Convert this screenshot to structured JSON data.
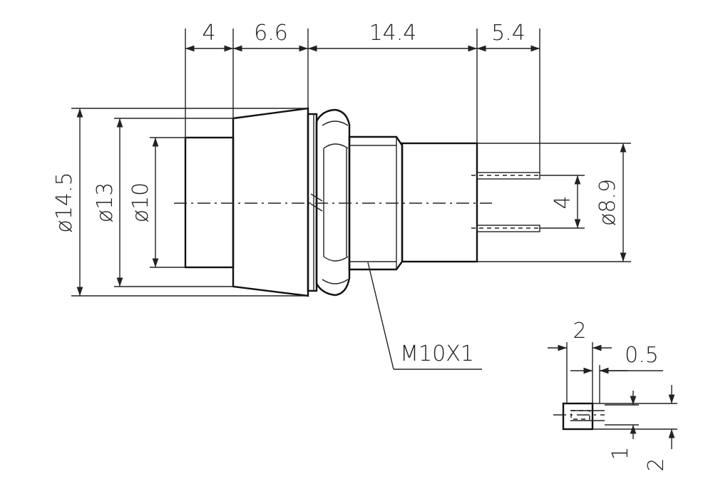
{
  "colors": {
    "line": "#222222",
    "background": "#ffffff"
  },
  "dimensions": {
    "length_cap": "4",
    "length_bezel": "6.6",
    "length_body": "14.4",
    "length_pins": "5.4",
    "dia_outer": "ø14.5",
    "dia_bezel": "ø13",
    "dia_cap": "ø10",
    "pin_spacing": "4",
    "dia_body": "ø8.9",
    "thread": "M10X1"
  },
  "pin_detail": {
    "width": "2",
    "inner": "0.5",
    "slot_height": "1",
    "height": "2"
  }
}
